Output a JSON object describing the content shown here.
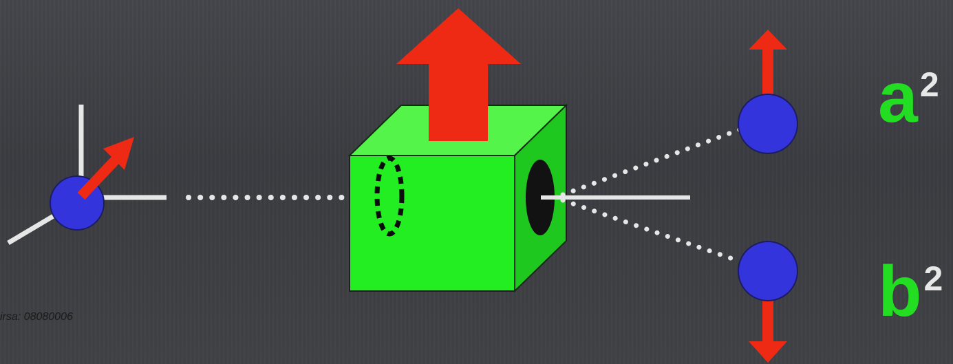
{
  "labels": {
    "top_letter": "a",
    "top_exponent": "2",
    "bottom_letter": "b",
    "bottom_exponent": "2"
  },
  "watermark": "irsa: 08080006",
  "colors": {
    "background": "#3d3e42",
    "cube": "#22ee22",
    "arrow": "#ee2a14",
    "particle": "#3333dd",
    "label": "#22dd22",
    "axis": "#e8e8e8"
  }
}
